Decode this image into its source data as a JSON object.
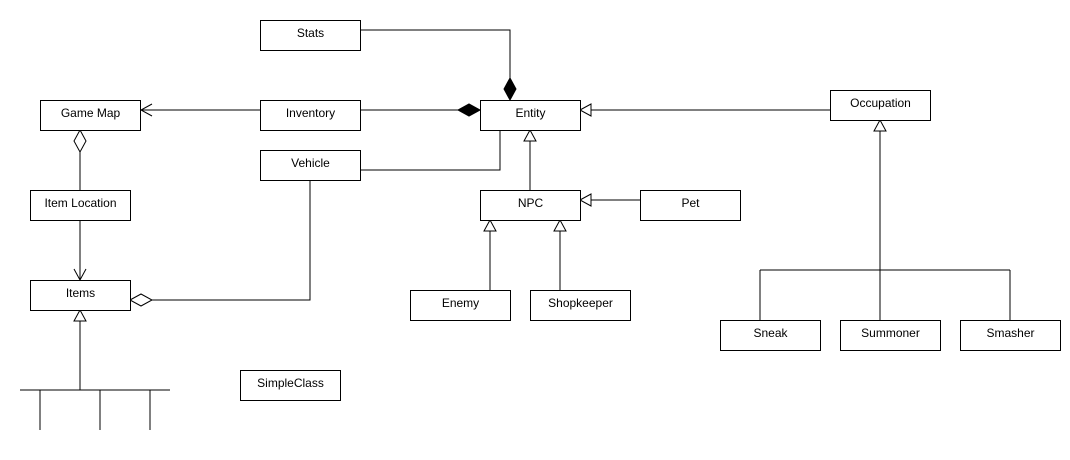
{
  "classes": {
    "stats": "Stats",
    "game_map": "Game Map",
    "inventory": "Inventory",
    "entity": "Entity",
    "occupation": "Occupation",
    "vehicle": "Vehicle",
    "item_location": "Item Location",
    "npc": "NPC",
    "pet": "Pet",
    "items": "Items",
    "enemy": "Enemy",
    "shopkeeper": "Shopkeeper",
    "sneak": "Sneak",
    "summoner": "Summoner",
    "smasher": "Smasher",
    "simple_class": "SimpleClass"
  },
  "relationships": [
    {
      "from": "Stats",
      "to": "Entity",
      "type": "composition"
    },
    {
      "from": "Inventory",
      "to": "Entity",
      "type": "composition"
    },
    {
      "from": "Inventory",
      "to": "Game Map",
      "type": "association"
    },
    {
      "from": "Occupation",
      "to": "Entity",
      "type": "generalization"
    },
    {
      "from": "Vehicle",
      "to": "Entity",
      "type": "association"
    },
    {
      "from": "Item Location",
      "to": "Game Map",
      "type": "aggregation"
    },
    {
      "from": "Item Location",
      "to": "Items",
      "type": "association"
    },
    {
      "from": "NPC",
      "to": "Entity",
      "type": "generalization"
    },
    {
      "from": "Pet",
      "to": "NPC",
      "type": "generalization"
    },
    {
      "from": "Enemy",
      "to": "NPC",
      "type": "generalization"
    },
    {
      "from": "Shopkeeper",
      "to": "NPC",
      "type": "generalization"
    },
    {
      "from": "Vehicle",
      "to": "Items",
      "type": "aggregation"
    },
    {
      "from": "Sneak",
      "to": "Occupation",
      "type": "generalization"
    },
    {
      "from": "Summoner",
      "to": "Occupation",
      "type": "generalization"
    },
    {
      "from": "Smasher",
      "to": "Occupation",
      "type": "generalization"
    }
  ]
}
